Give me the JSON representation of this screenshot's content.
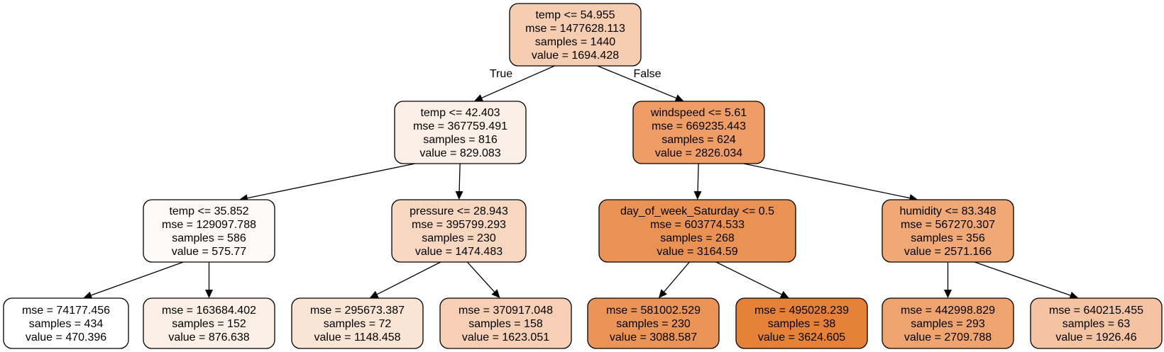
{
  "tree": {
    "edge_true_label": "True",
    "edge_false_label": "False",
    "nodes": [
      {
        "id": "n0",
        "lines": [
          "temp <= 54.955",
          "mse = 1477628.113",
          "samples = 1440",
          "value = 1694.428"
        ],
        "fill": "#f6cdb0"
      },
      {
        "id": "n1",
        "lines": [
          "temp <= 42.403",
          "mse = 367759.491",
          "samples = 816",
          "value = 829.083"
        ],
        "fill": "#fcefe6"
      },
      {
        "id": "n2",
        "lines": [
          "windspeed <= 5.61",
          "mse = 669235.443",
          "samples = 624",
          "value = 2826.034"
        ],
        "fill": "#ee9d66"
      },
      {
        "id": "n3",
        "lines": [
          "temp <= 35.852",
          "mse = 129097.788",
          "samples = 586",
          "value = 575.77"
        ],
        "fill": "#fefaf7"
      },
      {
        "id": "n4",
        "lines": [
          "pressure <= 28.943",
          "mse = 395799.293",
          "samples = 230",
          "value = 1474.483"
        ],
        "fill": "#f8d7c0"
      },
      {
        "id": "n5",
        "lines": [
          "day_of_week_Saturday <= 0.5",
          "mse = 603774.533",
          "samples = 268",
          "value = 3164.59"
        ],
        "fill": "#ea9253"
      },
      {
        "id": "n6",
        "lines": [
          "humidity <= 83.348",
          "mse = 567270.307",
          "samples = 356",
          "value = 2571.166"
        ],
        "fill": "#f0a877"
      },
      {
        "id": "n7",
        "lines": [
          "mse = 74177.456",
          "samples = 434",
          "value = 470.396"
        ],
        "fill": "#ffffff"
      },
      {
        "id": "n8",
        "lines": [
          "mse = 163684.402",
          "samples = 152",
          "value = 876.638"
        ],
        "fill": "#fcefe5"
      },
      {
        "id": "n9",
        "lines": [
          "mse = 295673.387",
          "samples = 72",
          "value = 1148.458"
        ],
        "fill": "#fae4d4"
      },
      {
        "id": "n10",
        "lines": [
          "mse = 370917.048",
          "samples = 158",
          "value = 1623.051"
        ],
        "fill": "#f6cfb4"
      },
      {
        "id": "n11",
        "lines": [
          "mse = 581002.529",
          "samples = 230",
          "value = 3088.587"
        ],
        "fill": "#eb9457"
      },
      {
        "id": "n12",
        "lines": [
          "mse = 495028.239",
          "samples = 38",
          "value = 3624.605"
        ],
        "fill": "#e58139"
      },
      {
        "id": "n13",
        "lines": [
          "mse = 442998.829",
          "samples = 293",
          "value = 2709.788"
        ],
        "fill": "#efa470"
      },
      {
        "id": "n14",
        "lines": [
          "mse = 640215.455",
          "samples = 63",
          "value = 1926.46"
        ],
        "fill": "#f4c4a2"
      }
    ],
    "edges": [
      {
        "from": "n0",
        "to": "n1",
        "label": "True"
      },
      {
        "from": "n0",
        "to": "n2",
        "label": "False"
      },
      {
        "from": "n1",
        "to": "n3"
      },
      {
        "from": "n1",
        "to": "n4"
      },
      {
        "from": "n2",
        "to": "n5"
      },
      {
        "from": "n2",
        "to": "n6"
      },
      {
        "from": "n3",
        "to": "n7"
      },
      {
        "from": "n3",
        "to": "n8"
      },
      {
        "from": "n4",
        "to": "n9"
      },
      {
        "from": "n4",
        "to": "n10"
      },
      {
        "from": "n5",
        "to": "n11"
      },
      {
        "from": "n5",
        "to": "n12"
      },
      {
        "from": "n6",
        "to": "n13"
      },
      {
        "from": "n6",
        "to": "n14"
      }
    ]
  }
}
